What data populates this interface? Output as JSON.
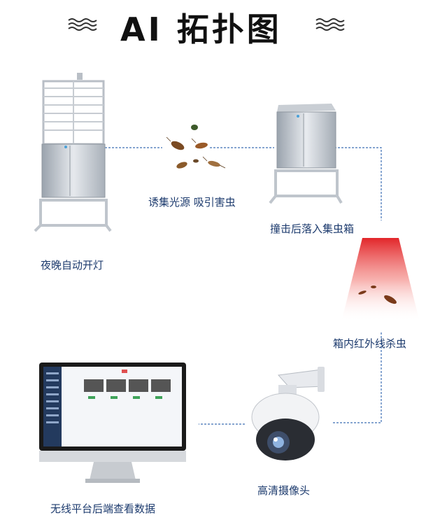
{
  "title": "AI 拓扑图",
  "steps": {
    "lamp": "夜晚自动开灯",
    "attract": "诱集光源 吸引害虫",
    "fall": "撞击后落入集虫箱",
    "kill": "箱内红外线杀虫",
    "camera": "高清摄像头",
    "platform": "无线平台后端查看数据"
  },
  "icons": [
    "wave-icon",
    "insect-trap-tall",
    "insects-cluster",
    "insect-trap-box",
    "infrared-beam",
    "dome-camera",
    "monitor"
  ]
}
